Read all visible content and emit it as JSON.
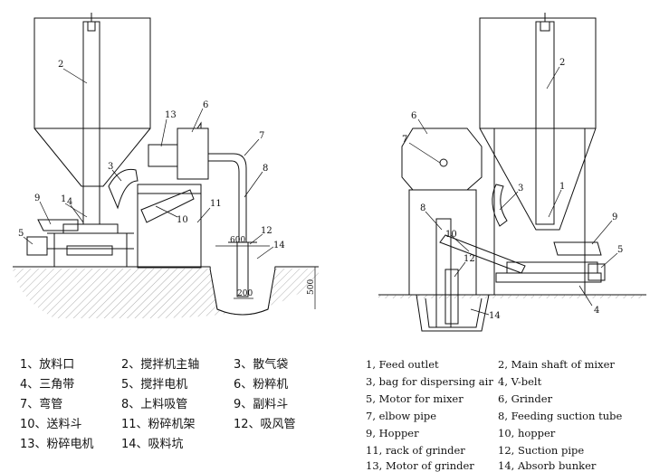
{
  "left_callouts": [
    "1",
    "2",
    "3",
    "4",
    "5",
    "6",
    "7",
    "8",
    "9",
    "10",
    "11",
    "12",
    "13",
    "14"
  ],
  "right_callouts": [
    "1",
    "2",
    "3",
    "4",
    "5",
    "6",
    "7",
    "8",
    "9",
    "10",
    "12",
    "14"
  ],
  "dimensions": {
    "width_top": "600",
    "width_bottom": "200",
    "depth": "500"
  },
  "legend_cn": [
    "1、放料口",
    "2、搅拌机主轴",
    "3、散气袋",
    "4、三角带",
    "5、搅拌电机",
    "6、粉粹机",
    "7、弯管",
    "8、上料吸管",
    "9、副料斗",
    "10、送料斗",
    "11、粉碎机架",
    "12、吸风管",
    "13、粉碎电机",
    "14、吸料坑"
  ],
  "legend_en": [
    "1, Feed outlet",
    "2, Main shaft of mixer",
    "3, bag for dispersing air",
    "4, V-belt",
    "5, Motor for mixer",
    "6, Grinder",
    "7, elbow pipe",
    "8, Feeding suction tube",
    "9, Hopper",
    "10, hopper",
    "11, rack of grinder",
    "12, Suction pipe",
    "13, Motor of grinder",
    "14, Absorb bunker"
  ]
}
